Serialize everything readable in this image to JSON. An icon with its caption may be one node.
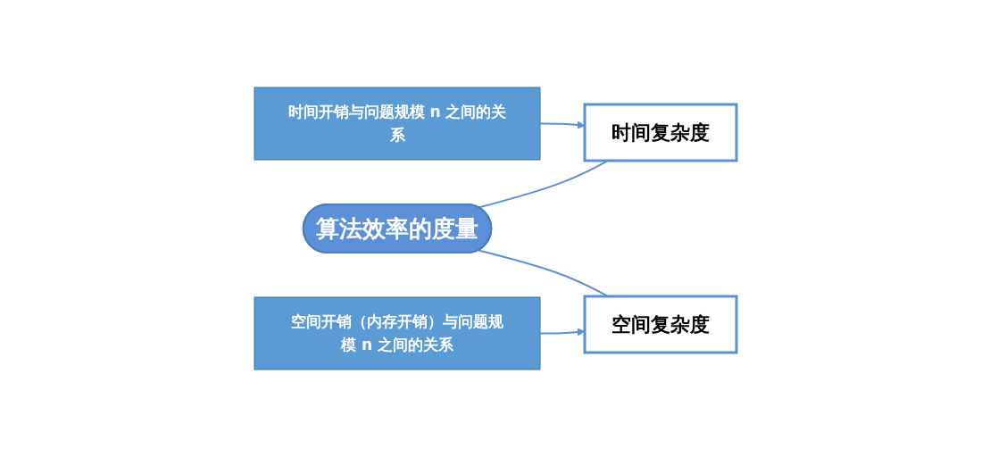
{
  "diagram": {
    "nodes": [
      {
        "text": [
          "算法效率的度量"
        ]
      },
      {
        "text": [
          "时间复杂度"
        ]
      },
      {
        "text": [
          "空间复杂度"
        ]
      },
      {
        "text": [
          "时间开销与问题规模 n 之间的关系"
        ]
      },
      {
        "text": [
          "空间开销（内存开销）与问题规模 n 之间的关系"
        ]
      }
    ],
    "edges": [
      {
        "from": 0,
        "to": 1,
        "arrow": "none"
      },
      {
        "from": 0,
        "to": 2,
        "arrow": "none"
      },
      {
        "from": 3,
        "to": 1,
        "arrow": "to"
      },
      {
        "from": 4,
        "to": 2,
        "arrow": "to"
      }
    ]
  }
}
